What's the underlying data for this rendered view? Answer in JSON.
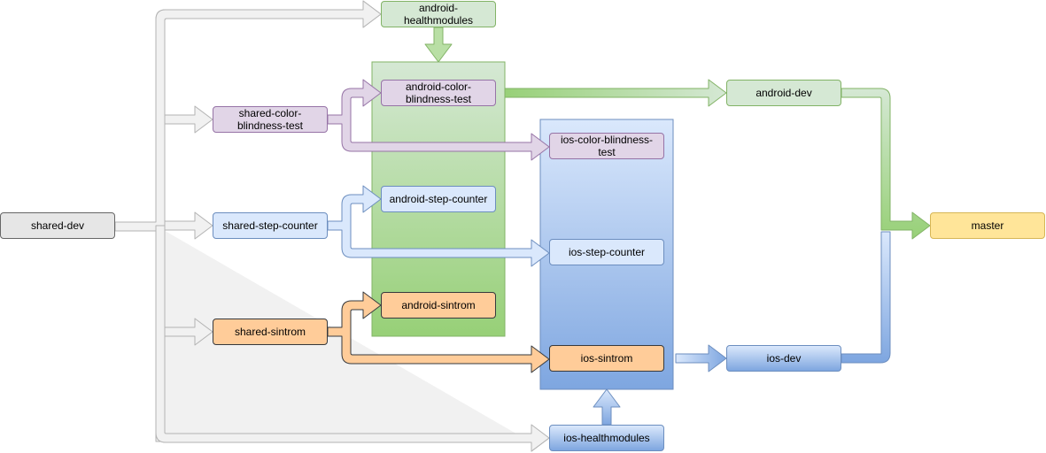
{
  "nodes": {
    "shared_dev": "shared-dev",
    "android_healthmodules": "android-healthmodules",
    "shared_color_blindness_test": "shared-color-blindness-test",
    "android_color_blindness_test": "android-color-blindness-test",
    "ios_color_blindness_test": "ios-color-blindness-test",
    "android_dev": "android-dev",
    "shared_step_counter": "shared-step-counter",
    "android_step_counter": "android-step-counter",
    "ios_step_counter": "ios-step-counter",
    "master": "master",
    "shared_sintrom": "shared-sintrom",
    "android_sintrom": "android-sintrom",
    "ios_sintrom": "ios-sintrom",
    "ios_dev": "ios-dev",
    "ios_healthmodules": "ios-healthmodules"
  },
  "colors": {
    "grey_fill": "#f1f1f1",
    "grey_stroke": "#b3b3b3",
    "green_fill": "#d5e8d4",
    "green_stroke": "#82b366",
    "purple_fill": "#e1d5e7",
    "purple_stroke": "#9673a6",
    "blue_fill": "#dae8fc",
    "blue_stroke": "#6c8ebf",
    "orange_fill": "#ffcc99",
    "orange_stroke": "#36393d"
  }
}
